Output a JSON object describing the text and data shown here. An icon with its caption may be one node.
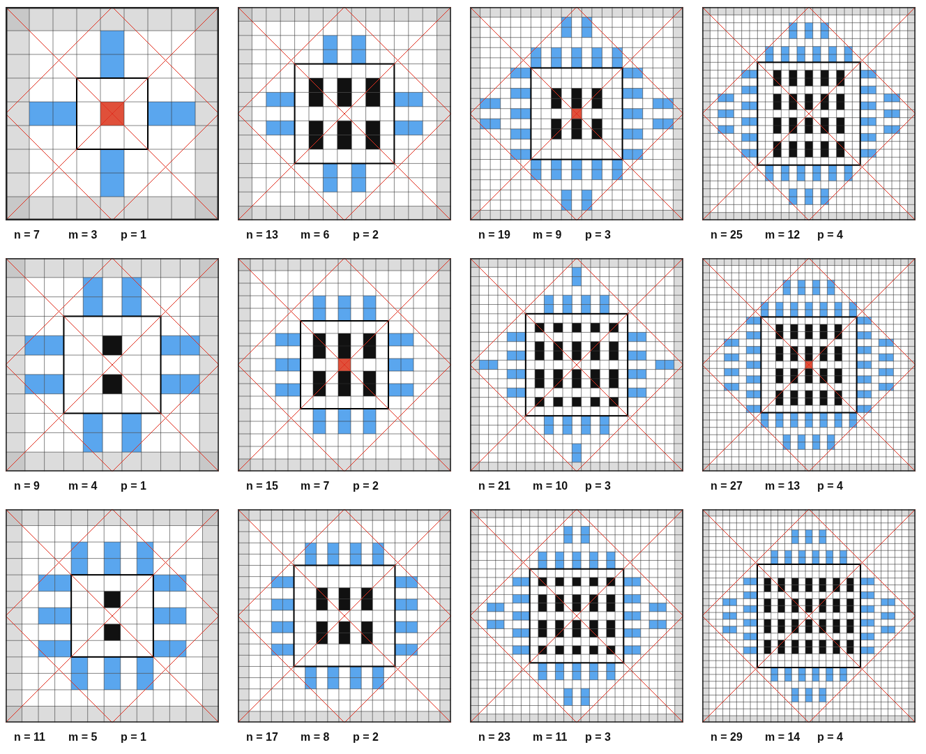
{
  "diagram": {
    "labels": [
      "n = 7",
      "m = 3",
      "p = 1",
      "n = 13",
      "m = 6",
      "p = 2",
      "n = 19",
      "m = 9",
      "p = 3",
      "n = 25",
      "m = 12",
      "p = 4",
      "n = 9",
      "m = 4",
      "p = 1",
      "n = 15",
      "m = 7",
      "p = 2",
      "n = 21",
      "m = 10",
      "p = 3",
      "n = 27",
      "m = 13",
      "p = 4",
      "n = 11",
      "m = 5",
      "p = 1",
      "n = 17",
      "m = 8",
      "p = 2",
      "n = 23",
      "m = 11",
      "p = 3",
      "n = 29",
      "m = 14",
      "p = 4"
    ]
  }
}
